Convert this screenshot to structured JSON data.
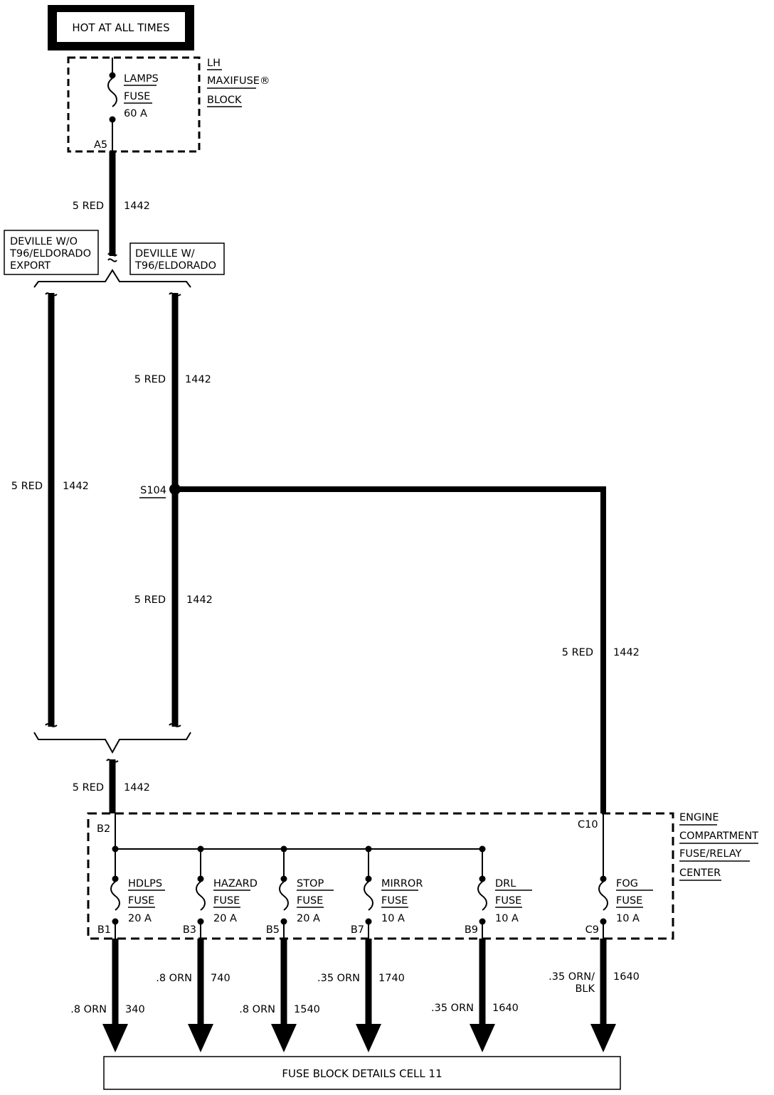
{
  "header": {
    "title": "HOT AT ALL TIMES"
  },
  "maxifuse_block": {
    "name_lines": [
      "LH",
      "MAXIFUSE®",
      "BLOCK"
    ],
    "fuse": {
      "name": "LAMPS",
      "type": "FUSE",
      "rating": "60 A"
    },
    "terminal": "A5"
  },
  "variants": {
    "left": [
      "DEVILLE W/O",
      "T96/ELDORADO",
      "EXPORT"
    ],
    "right": [
      "DEVILLE W/",
      "T96/ELDORADO"
    ]
  },
  "wire_labels": {
    "top": {
      "gauge_color": "5 RED",
      "circuit": "1442"
    },
    "left_branch": {
      "gauge_color": "5 RED",
      "circuit": "1442"
    },
    "right_upper": {
      "gauge_color": "5 RED",
      "circuit": "1442"
    },
    "right_lower": {
      "gauge_color": "5 RED",
      "circuit": "1442"
    },
    "fog_feed": {
      "gauge_color": "5 RED",
      "circuit": "1442"
    },
    "bottom": {
      "gauge_color": "5 RED",
      "circuit": "1442"
    }
  },
  "splice": {
    "name": "S104"
  },
  "engine_center": {
    "name_lines": [
      "ENGINE",
      "COMPARTMENT",
      "FUSE/RELAY",
      "CENTER"
    ],
    "input_terminal": "B2",
    "fog_input_terminal": "C10",
    "fuses": [
      {
        "name": "HDLPS",
        "type": "FUSE",
        "rating": "20 A",
        "terminal": "B1",
        "wire": ".8 ORN",
        "circuit": "340"
      },
      {
        "name": "HAZARD",
        "type": "FUSE",
        "rating": "20 A",
        "terminal": "B3",
        "wire": ".8 ORN",
        "circuit": "740"
      },
      {
        "name": "STOP",
        "type": "FUSE",
        "rating": "20 A",
        "terminal": "B5",
        "wire": ".8 ORN",
        "circuit": "1540"
      },
      {
        "name": "MIRROR",
        "type": "FUSE",
        "rating": "10 A",
        "terminal": "B7",
        "wire": ".35 ORN",
        "circuit": "1740"
      },
      {
        "name": "DRL",
        "type": "FUSE",
        "rating": "10 A",
        "terminal": "B9",
        "wire": ".35 ORN",
        "circuit": "1640"
      },
      {
        "name": "FOG",
        "type": "FUSE",
        "rating": "10 A",
        "terminal": "C9",
        "wire": ".35 ORN/",
        "wire2": "BLK",
        "circuit": "1640"
      }
    ]
  },
  "footer": {
    "text": "FUSE BLOCK DETAILS CELL 11"
  }
}
